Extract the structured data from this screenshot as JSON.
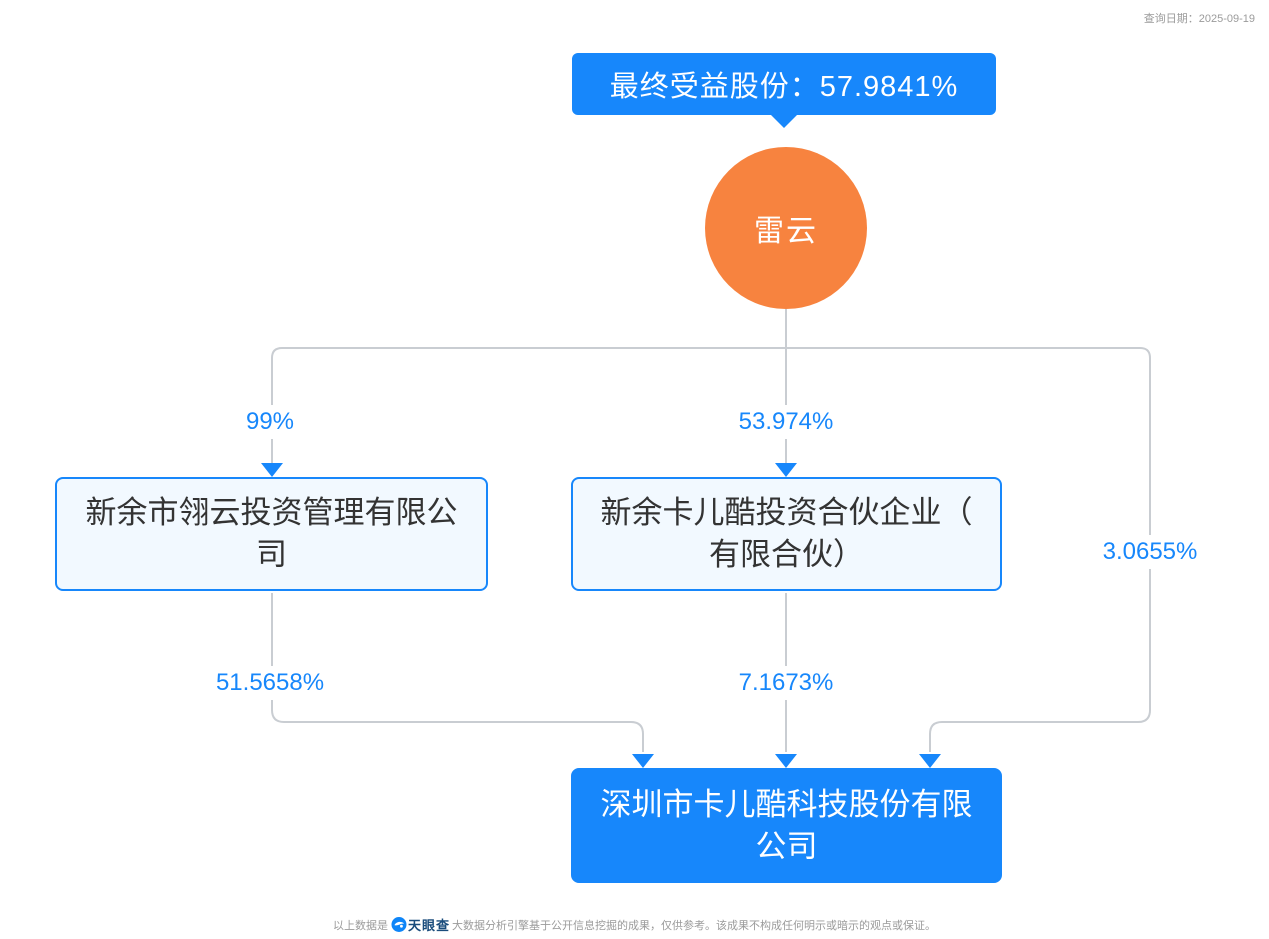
{
  "meta": {
    "query_date": "查询日期：2025-09-19"
  },
  "banner": {
    "text": "最终受益股份：57.9841%"
  },
  "root": {
    "name": "雷云"
  },
  "nodes": {
    "left_company": "新余市翎云投资管理有限公司",
    "mid_company": "新余卡儿酷投资合伙企业（有限合伙）",
    "bottom_company": "深圳市卡儿酷科技股份有限公司"
  },
  "edges": {
    "root_to_left": "99%",
    "root_to_mid": "53.974%",
    "root_to_bottom": "3.0655%",
    "left_to_bottom": "51.5658%",
    "mid_to_bottom": "7.1673%"
  },
  "footer": {
    "prefix": "以上数据是",
    "brand": "天眼查",
    "suffix": "大数据分析引擎基于公开信息挖掘的成果，仅供参考。该成果不构成任何明示或暗示的观点或保证。"
  },
  "colors": {
    "accent_blue": "#1787FB",
    "box_fill": "#F2F9FF",
    "node_orange": "#F7833F",
    "line_gray": "#C9CDD2",
    "text_dark": "#333333",
    "muted_gray": "#9B9B9B",
    "brand_navy": "#1A4C7C"
  }
}
